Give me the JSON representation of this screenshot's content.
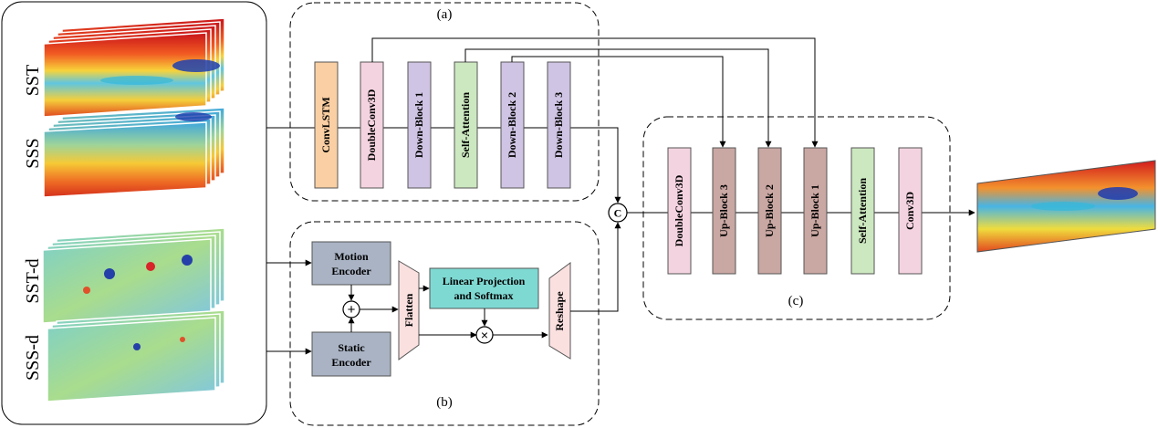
{
  "inputs": {
    "sst_label": "SST",
    "sss_label": "SSS",
    "sstd_label": "SST-d",
    "sssd_label": "SSS-d"
  },
  "section_a": {
    "label": "(a)",
    "blocks": [
      {
        "label": "ConvLSTM",
        "color": "#f9cfa3"
      },
      {
        "label": "DoubleConv3D",
        "color": "#f4d3e0"
      },
      {
        "label": "Down-Block 1",
        "color": "#cfc4e3"
      },
      {
        "label": "Self-Attention",
        "color": "#cce8c0"
      },
      {
        "label": "Down-Block 2",
        "color": "#cfc4e3"
      },
      {
        "label": "Down-Block 3",
        "color": "#cfc4e3"
      }
    ]
  },
  "section_b": {
    "label": "(b)",
    "motion_encoder": "Motion Encoder",
    "static_encoder": "Static Encoder",
    "flatten": "Flatten",
    "linear_projection": "Linear Projection and Softmax",
    "reshape": "Reshape",
    "add_symbol": "+",
    "mul_symbol": "×",
    "encoder_color": "#a9b3c4",
    "trapezoid_color": "#fbe0e0",
    "projection_color": "#7fd9d3"
  },
  "concat_symbol": "C",
  "section_c": {
    "label": "(c)",
    "blocks": [
      {
        "label": "DoubleConv3D",
        "color": "#f4d3e0"
      },
      {
        "label": "Up-Block 3",
        "color": "#c9a7a2"
      },
      {
        "label": "Up-Block 2",
        "color": "#c9a7a2"
      },
      {
        "label": "Up-Block 1",
        "color": "#c9a7a2"
      },
      {
        "label": "Self-Attention",
        "color": "#cce8c0"
      },
      {
        "label": "Conv3D",
        "color": "#f4d3e0"
      }
    ]
  }
}
